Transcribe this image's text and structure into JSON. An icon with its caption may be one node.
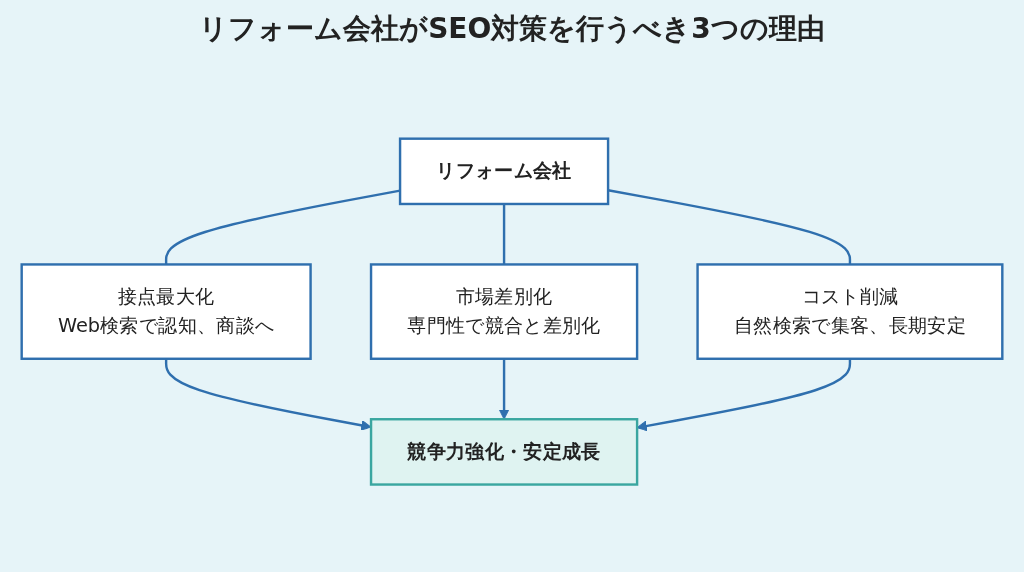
{
  "diagram": {
    "title": "リフォーム会社がSEO対策を行うべき3つの理由",
    "nodes": [
      {
        "text": [
          "リフォーム会社"
        ]
      },
      {
        "text": [
          "接点最大化",
          "Web検索で認知、商談へ"
        ]
      },
      {
        "text": [
          "市場差別化",
          "専門性で競合と差別化"
        ]
      },
      {
        "text": [
          "コスト削減",
          "自然検索で集客、長期安定"
        ]
      },
      {
        "text": [
          "競争力強化・安定成長"
        ]
      }
    ],
    "edges": [
      {
        "from": 0,
        "to": 1,
        "arrow": "none"
      },
      {
        "from": 0,
        "to": 2,
        "arrow": "none"
      },
      {
        "from": 0,
        "to": 3,
        "arrow": "none"
      },
      {
        "from": 1,
        "to": 4,
        "arrow": "to"
      },
      {
        "from": 2,
        "to": 4,
        "arrow": "to"
      },
      {
        "from": 3,
        "to": 4,
        "arrow": "to"
      }
    ]
  }
}
